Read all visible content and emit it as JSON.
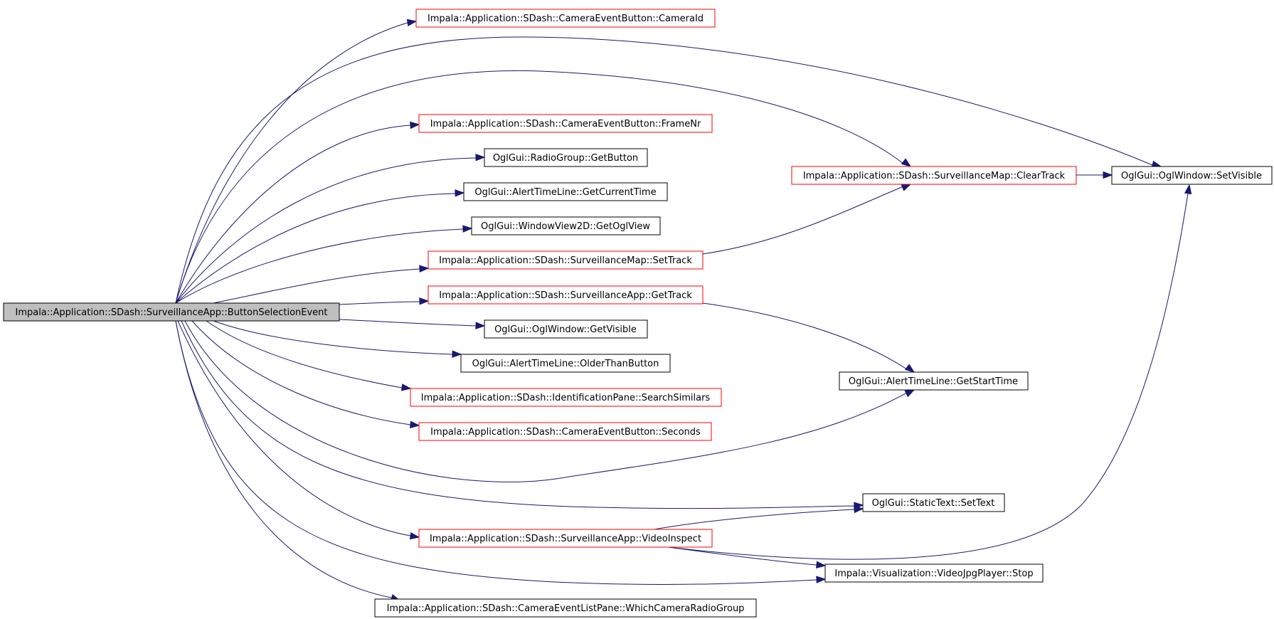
{
  "colors": {
    "edge": "#191970",
    "linked_border": "#ff0000",
    "plain_border": "#000000",
    "root_fill": "#bfbfbf",
    "node_fill": "#ffffff"
  },
  "nodes": {
    "root": {
      "label": "Impala::Application::SDash::SurveillanceApp::ButtonSelectionEvent",
      "style": "root"
    },
    "camera_id": {
      "label": "Impala::Application::SDash::CameraEventButton::CameraId",
      "style": "linked"
    },
    "frame_nr": {
      "label": "Impala::Application::SDash::CameraEventButton::FrameNr",
      "style": "linked"
    },
    "get_button": {
      "label": "OglGui::RadioGroup::GetButton",
      "style": "plain"
    },
    "get_current_time": {
      "label": "OglGui::AlertTimeLine::GetCurrentTime",
      "style": "plain"
    },
    "get_ogl_view": {
      "label": "OglGui::WindowView2D::GetOglView",
      "style": "plain"
    },
    "set_track": {
      "label": "Impala::Application::SDash::SurveillanceMap::SetTrack",
      "style": "linked"
    },
    "get_track": {
      "label": "Impala::Application::SDash::SurveillanceApp::GetTrack",
      "style": "linked"
    },
    "get_visible": {
      "label": "OglGui::OglWindow::GetVisible",
      "style": "plain"
    },
    "older_than": {
      "label": "OglGui::AlertTimeLine::OlderThanButton",
      "style": "plain"
    },
    "search_similars": {
      "label": "Impala::Application::SDash::IdentificationPane::SearchSimilars",
      "style": "linked"
    },
    "seconds": {
      "label": "Impala::Application::SDash::CameraEventButton::Seconds",
      "style": "linked"
    },
    "video_inspect": {
      "label": "Impala::Application::SDash::SurveillanceApp::VideoInspect",
      "style": "linked"
    },
    "which_camera": {
      "label": "Impala::Application::SDash::CameraEventListPane::WhichCameraRadioGroup",
      "style": "plain"
    },
    "clear_track": {
      "label": "Impala::Application::SDash::SurveillanceMap::ClearTrack",
      "style": "linked"
    },
    "get_start_time": {
      "label": "OglGui::AlertTimeLine::GetStartTime",
      "style": "plain"
    },
    "set_text": {
      "label": "OglGui::StaticText::SetText",
      "style": "plain"
    },
    "jpg_stop": {
      "label": "Impala::Visualization::VideoJpgPlayer::Stop",
      "style": "plain"
    },
    "set_visible": {
      "label": "OglGui::OglWindow::SetVisible",
      "style": "plain"
    }
  },
  "edges": [
    {
      "from": "root",
      "to": "camera_id"
    },
    {
      "from": "root",
      "to": "set_visible"
    },
    {
      "from": "root",
      "to": "clear_track"
    },
    {
      "from": "root",
      "to": "frame_nr"
    },
    {
      "from": "root",
      "to": "get_button"
    },
    {
      "from": "root",
      "to": "get_current_time"
    },
    {
      "from": "root",
      "to": "get_ogl_view"
    },
    {
      "from": "root",
      "to": "set_track"
    },
    {
      "from": "root",
      "to": "get_track"
    },
    {
      "from": "root",
      "to": "get_visible"
    },
    {
      "from": "root",
      "to": "older_than"
    },
    {
      "from": "root",
      "to": "search_similars"
    },
    {
      "from": "root",
      "to": "seconds"
    },
    {
      "from": "root",
      "to": "get_start_time"
    },
    {
      "from": "root",
      "to": "set_text"
    },
    {
      "from": "root",
      "to": "video_inspect"
    },
    {
      "from": "root",
      "to": "jpg_stop"
    },
    {
      "from": "root",
      "to": "which_camera"
    },
    {
      "from": "set_track",
      "to": "clear_track"
    },
    {
      "from": "clear_track",
      "to": "set_visible"
    },
    {
      "from": "get_track",
      "to": "get_start_time"
    },
    {
      "from": "video_inspect",
      "to": "set_text"
    },
    {
      "from": "video_inspect",
      "to": "set_visible"
    },
    {
      "from": "video_inspect",
      "to": "jpg_stop"
    }
  ]
}
